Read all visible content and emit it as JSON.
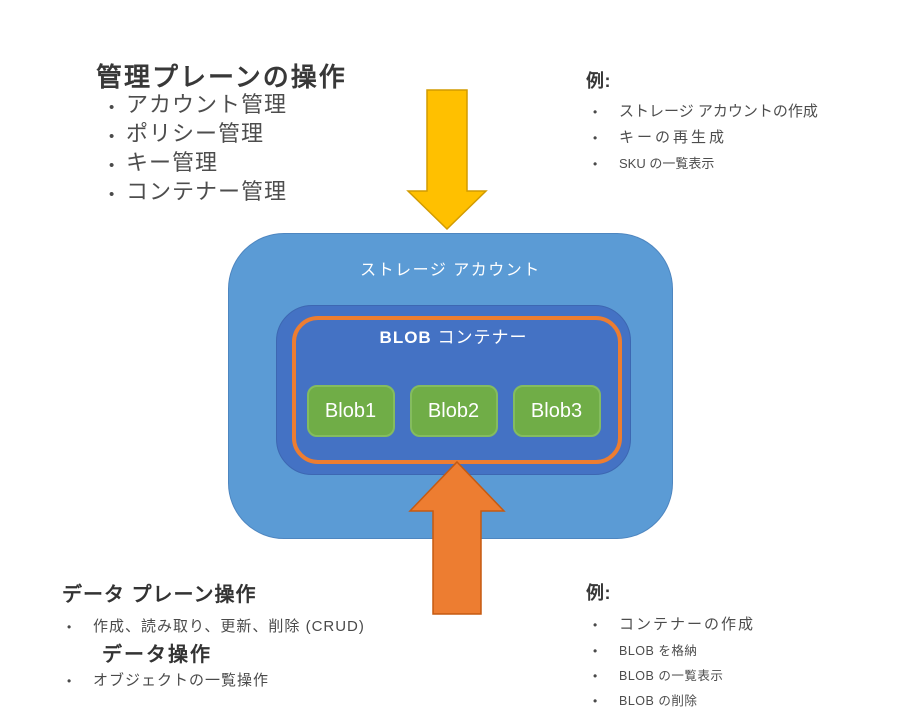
{
  "ui": {
    "bullet": "•"
  },
  "colors": {
    "storage_box_fill": "#5B9BD5",
    "inner_box_fill": "#4472C4",
    "container_border": "#ED7D31",
    "blob_fill": "#70AD47",
    "down_arrow_fill": "#FFC000",
    "up_arrow_fill": "#ED7D31",
    "text_dark": "#3A3A3A",
    "label_white": "#FFFFFF"
  },
  "top_left": {
    "title": "管理プレーンの操作",
    "items": [
      "アカウント管理",
      "ポリシー管理",
      "キー管理",
      "コンテナー管理"
    ]
  },
  "top_right": {
    "title": "例:",
    "items": [
      "ストレージ アカウントの作成",
      "キーの再生成",
      "SKU の一覧表示"
    ]
  },
  "diagram": {
    "storage_account_label": "ストレージ アカウント",
    "blob_container_label_bold": "BLOB",
    "blob_container_label_rest": " コンテナー",
    "blobs": [
      "Blob1",
      "Blob2",
      "Blob3"
    ]
  },
  "bottom_left": {
    "title": "データ プレーン操作",
    "items": [
      "作成、読み取り、更新、削除 (CRUD)"
    ],
    "subtitle": "データ操作",
    "items2": [
      "オブジェクトの一覧操作"
    ]
  },
  "bottom_right": {
    "title": "例:",
    "items": [
      "コンテナーの作成",
      "BLOB を格納",
      "BLOB の一覧表示",
      "BLOB の削除"
    ]
  }
}
